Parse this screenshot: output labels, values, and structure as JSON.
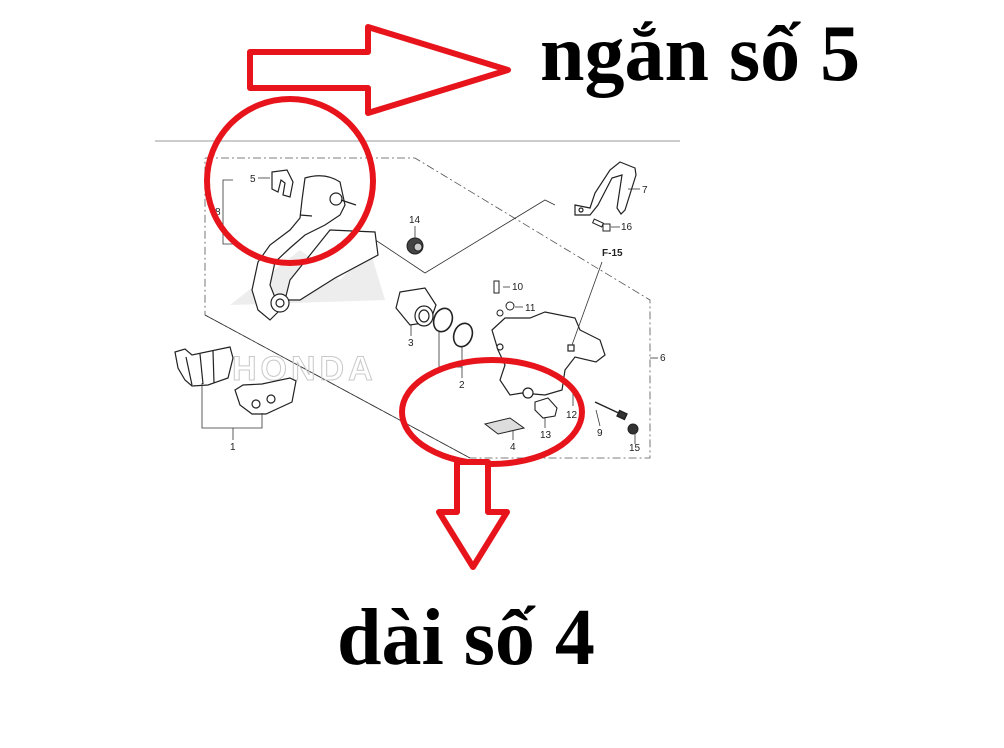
{
  "annotations": {
    "top_label": "ngắn số 5",
    "bottom_label": "dài số 4",
    "highlight_color": "#e8141c",
    "text_color": "#000000"
  },
  "diagram": {
    "title_ref": "F-15",
    "watermark": "HONDA",
    "part_numbers": {
      "p1": "1",
      "p2": "2",
      "p3": "3",
      "p4": "4",
      "p5": "5",
      "p6": "6",
      "p7": "7",
      "p8": "8",
      "p9": "9",
      "p10": "10",
      "p11": "11",
      "p12": "12",
      "p13": "13",
      "p14": "14",
      "p15": "15",
      "p16": "16"
    },
    "highlighted_parts": [
      {
        "number": "5",
        "note": "ngắn số 5"
      },
      {
        "number": "4",
        "note": "dài số 4"
      }
    ]
  }
}
